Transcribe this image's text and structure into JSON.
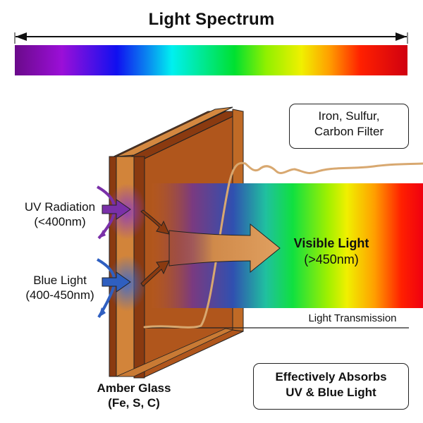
{
  "title": "Light Spectrum",
  "spectrum": {
    "colors": [
      "#6a0a8a",
      "#9b0fd8",
      "#1010f0",
      "#0a8af0",
      "#00f0f0",
      "#00e030",
      "#90f000",
      "#f0f000",
      "#ff9000",
      "#ff1000",
      "#d00010"
    ]
  },
  "labels": {
    "uv_line1": "UV Radiation",
    "uv_line2": "(<400nm)",
    "blue_line1": "Blue Light",
    "blue_line2": "(400-450nm)",
    "amber_line1": "Amber Glass",
    "amber_line2": "(Fe, S, C)",
    "visible_line1": "Visible Light",
    "visible_line2": "(>450nm)",
    "transmission": "Light Transmission"
  },
  "boxes": {
    "filter_line1": "Iron, Sulfur,",
    "filter_line2": "Carbon Filter",
    "absorb_line1": "Effectively Absorbs",
    "absorb_line2": "UV & Blue Light"
  },
  "colors": {
    "glass_dark": "#8a3a10",
    "glass_mid": "#b85a1e",
    "glass_light": "#d2843a",
    "uv_arrow": "#7a30a8",
    "blue_arrow": "#2f5fc0",
    "transmission_curve": "#d8a870"
  }
}
